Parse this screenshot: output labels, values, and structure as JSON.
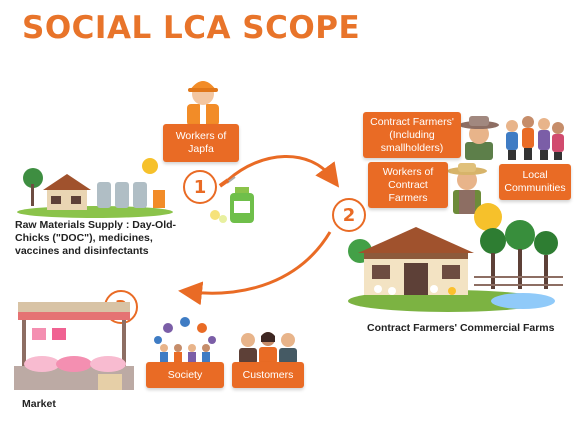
{
  "title": "SOCIAL LCA SCOPE",
  "steps": [
    "1",
    "2",
    "3"
  ],
  "tags": {
    "workers_japfa": "Workers of Japfa",
    "contract_farmers": "Contract Farmers' (Including smallholders)",
    "workers_contract": "Workers of Contract Farmers",
    "local_communities": "Local Communities",
    "society": "Society",
    "customers": "Customers"
  },
  "captions": {
    "raw_materials": "Raw Materials Supply : Day-Old-Chicks (\"DOC\"), medicines, vaccines and disinfectants",
    "commercial_farms": "Contract Farmers' Commercial Farms",
    "market": "Market"
  },
  "colors": {
    "accent": "#E96B25",
    "title": "#E8742A"
  }
}
